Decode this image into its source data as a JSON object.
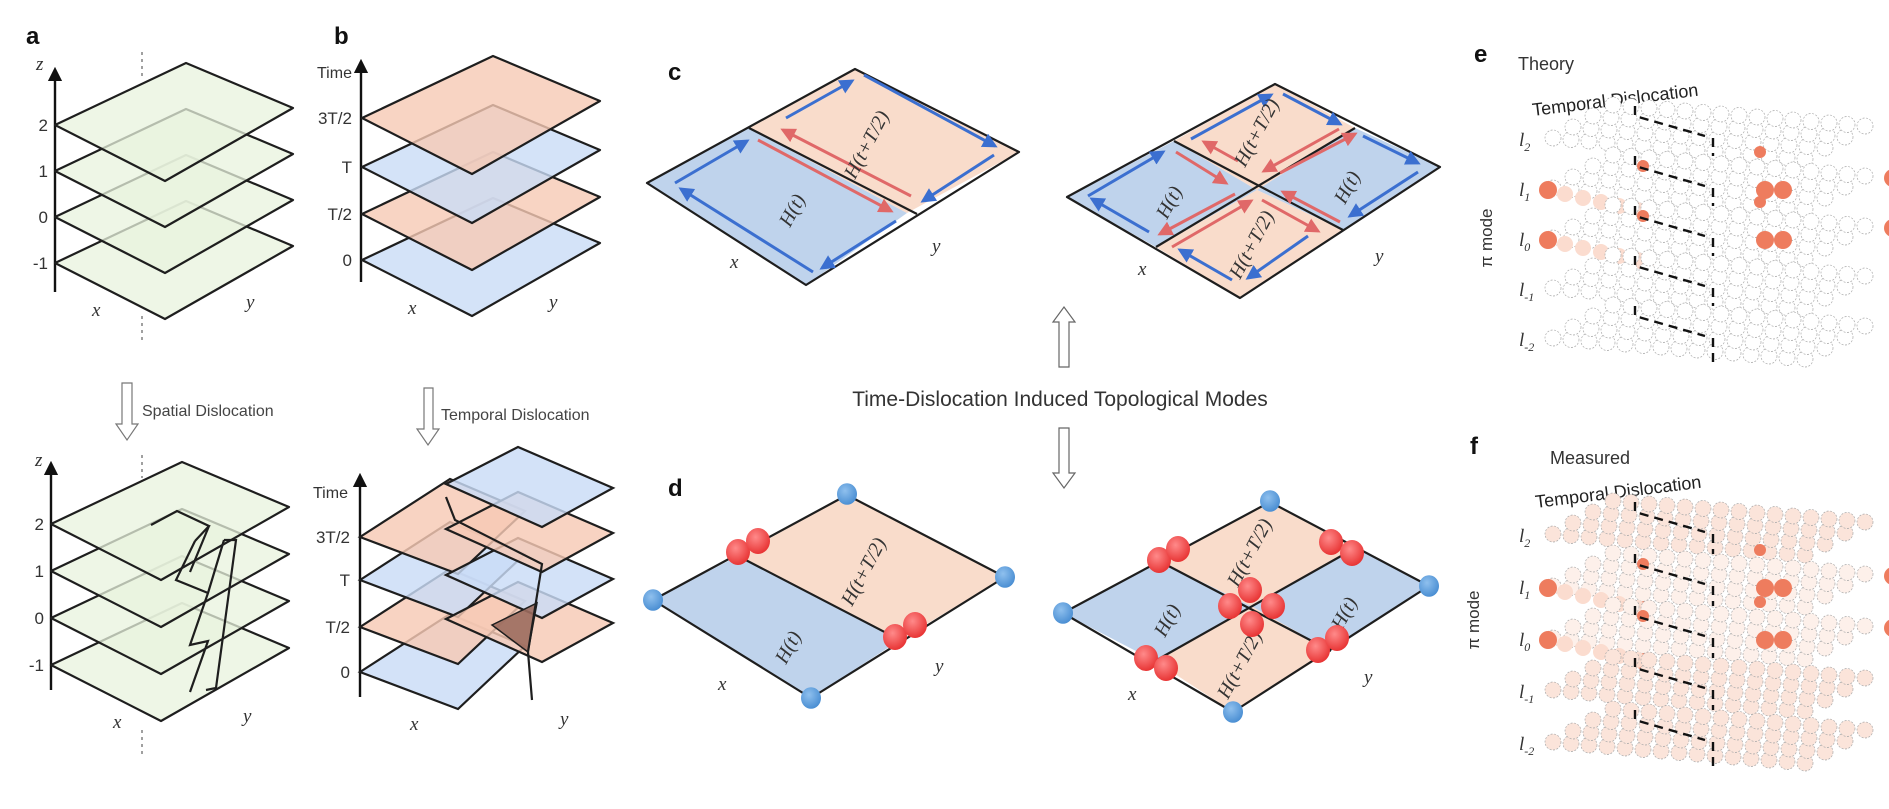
{
  "figure": {
    "panels": {
      "a": {
        "letter": "a",
        "top": {
          "axis_label": "z",
          "ticks": [
            "2",
            "1",
            "0",
            "-1"
          ],
          "x_label": "x",
          "y_label": "y"
        },
        "arrow_caption": "Spatial Dislocation",
        "bottom": {
          "axis_label": "z",
          "ticks": [
            "2",
            "1",
            "0",
            "-1"
          ],
          "x_label": "x",
          "y_label": "y"
        }
      },
      "b": {
        "letter": "b",
        "top": {
          "axis_label": "Time",
          "ticks": [
            "3T/2",
            "T",
            "T/2",
            "0"
          ],
          "x_label": "x",
          "y_label": "y"
        },
        "arrow_caption": "Temporal Dislocation",
        "bottom": {
          "axis_label": "Time",
          "ticks": [
            "3T/2",
            "T",
            "T/2",
            "0"
          ],
          "x_label": "x",
          "y_label": "y"
        }
      },
      "c": {
        "letter": "c",
        "left": {
          "regions": [
            "H(t)",
            "H(t+T/2)"
          ],
          "x_label": "x",
          "y_label": "y"
        },
        "right": {
          "regions": [
            "H(t)",
            "H(t+T/2)",
            "H(t)",
            "H(t+T/2)"
          ],
          "x_label": "x",
          "y_label": "y"
        }
      },
      "center_caption": "Time-Dislocation Induced Topological Modes",
      "d": {
        "letter": "d",
        "left": {
          "regions": [
            "H(t)",
            "H(t+T/2)"
          ],
          "x_label": "x",
          "y_label": "y"
        },
        "right": {
          "regions": [
            "H(t)",
            "H(t+T/2)",
            "H(t)",
            "H(t+T/2)"
          ],
          "x_label": "x",
          "y_label": "y"
        }
      },
      "e": {
        "letter": "e",
        "title": "Theory",
        "subtitle": "Temporal Dislocation",
        "y_axis_label": "π mode",
        "layers": [
          "l2",
          "l1",
          "l0",
          "l-1",
          "l-2"
        ]
      },
      "f": {
        "letter": "f",
        "title": "Measured",
        "subtitle": "Temporal Dislocation",
        "y_axis_label": "π mode",
        "layers": [
          "l2",
          "l1",
          "l0",
          "l-1",
          "l-2"
        ]
      }
    },
    "colors": {
      "green_plane": "#e8f3de",
      "blue_plane": "#c9dcf6",
      "salmon_plane": "#f6c9b4",
      "c_blue": "#bfd3ec",
      "c_peach": "#f9dccb",
      "arrow_blue": "#3b6fd0",
      "arrow_red": "#e06868",
      "mode_red": "#f0403f",
      "mode_blue": "#5b9bd9",
      "site_hot": "#ee7c5e"
    }
  }
}
